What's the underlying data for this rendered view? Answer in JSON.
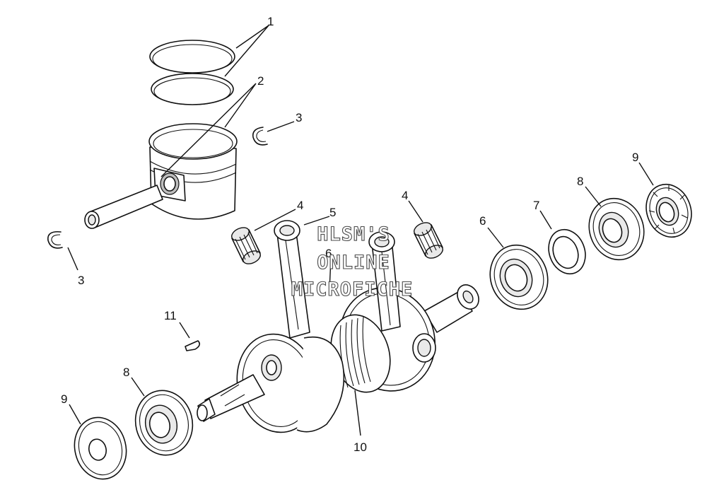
{
  "callouts": [
    {
      "id": "c1",
      "text": "1"
    },
    {
      "id": "c2",
      "text": "2"
    },
    {
      "id": "c3a",
      "text": "3"
    },
    {
      "id": "c3b",
      "text": "3"
    },
    {
      "id": "c4a",
      "text": "4"
    },
    {
      "id": "c4b",
      "text": "4"
    },
    {
      "id": "c5",
      "text": "5"
    },
    {
      "id": "c6a",
      "text": "6"
    },
    {
      "id": "c6b",
      "text": "6"
    },
    {
      "id": "c7",
      "text": "7"
    },
    {
      "id": "c8a",
      "text": "8"
    },
    {
      "id": "c8b",
      "text": "8"
    },
    {
      "id": "c9a",
      "text": "9"
    },
    {
      "id": "c9b",
      "text": "9"
    },
    {
      "id": "c10",
      "text": "10"
    },
    {
      "id": "c11",
      "text": "11"
    }
  ],
  "watermark": {
    "line1": "HLSM'S",
    "line2": "ONLINE",
    "line3": "MICROFICHE"
  }
}
